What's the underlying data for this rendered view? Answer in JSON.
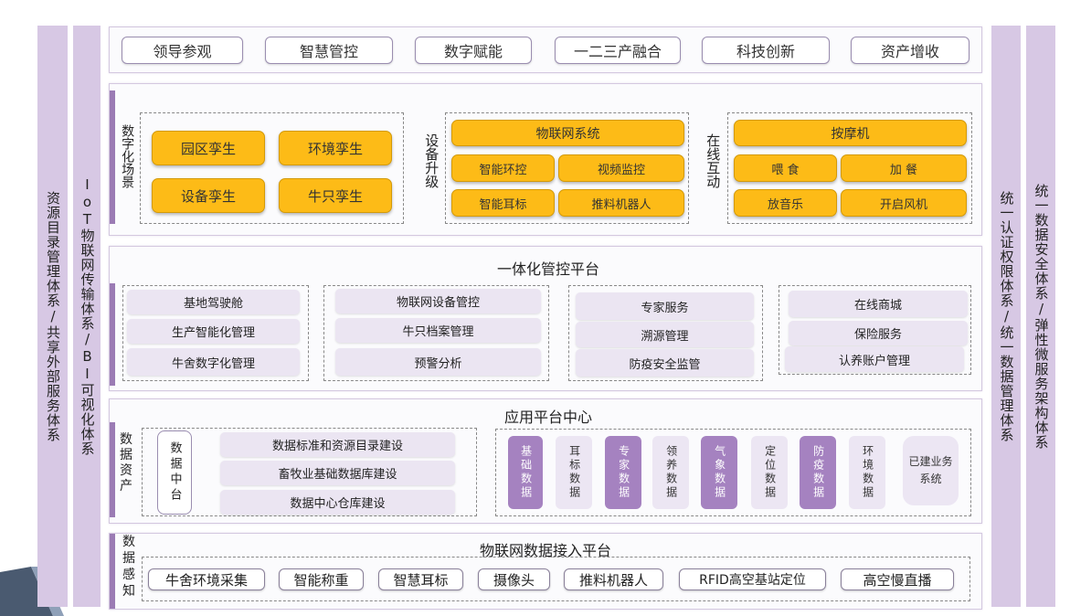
{
  "left_bars": [
    "资源目录管理体系/共享外部服务体系",
    "IoT物联网传输体系/BI可视化体系"
  ],
  "right_bars": [
    "统一认证权限体系/统一数据管理体系",
    "统一数据安全体系/弹性微服务架构体系"
  ],
  "top_tabs": [
    "领导参观",
    "智慧管控",
    "数字赋能",
    "一二三产融合",
    "科技创新",
    "资产增收"
  ],
  "row2": {
    "scene_title": "数字化场景",
    "scenes": [
      "园区孪生",
      "环境孪生",
      "设备孪生",
      "牛只孪生"
    ],
    "upgrade_title": "设备升级",
    "iot_header": "物联网系统",
    "iot_items": [
      "智能环控",
      "视频监控",
      "智能耳标",
      "推料机器人"
    ],
    "online_title": "在线互动",
    "massage_header": "按摩机",
    "online_items": [
      "喂 食",
      "加 餐",
      "放音乐",
      "开启风机"
    ]
  },
  "row3": {
    "title": "一体化管控平台",
    "groups": [
      [
        "基地驾驶舱",
        "生产智能化管理",
        "牛舍数字化管理"
      ],
      [
        "物联网设备管控",
        "牛只档案管理",
        "预警分析"
      ],
      [
        "专家服务",
        "溯源管理",
        "防疫安全监管"
      ],
      [
        "在线商城",
        "保险服务",
        "认养账户管理"
      ]
    ]
  },
  "row4": {
    "title": "应用平台中心",
    "side_title": "数据资产",
    "center_label": "数据中台",
    "list": [
      "数据标准和资源目录建设",
      "畜牧业基础数据库建设",
      "数据中心仓库建设"
    ],
    "columns": [
      {
        "text": "基础数据",
        "style": "dark"
      },
      {
        "text": "耳标数据",
        "style": "light"
      },
      {
        "text": "专家数据",
        "style": "dark"
      },
      {
        "text": "领养数据",
        "style": "light"
      },
      {
        "text": "气象数据",
        "style": "dark"
      },
      {
        "text": "定位数据",
        "style": "light"
      },
      {
        "text": "防疫数据",
        "style": "dark"
      },
      {
        "text": "环境数据",
        "style": "light"
      }
    ],
    "built": "已建业务系统"
  },
  "row5": {
    "side_title": "数据感知",
    "title": "物联网数据接入平台",
    "items": [
      "牛舍环境采集",
      "智能称重",
      "智慧耳标",
      "摄像头",
      "推料机器人",
      "RFID高空基站定位",
      "高空慢直播"
    ]
  }
}
